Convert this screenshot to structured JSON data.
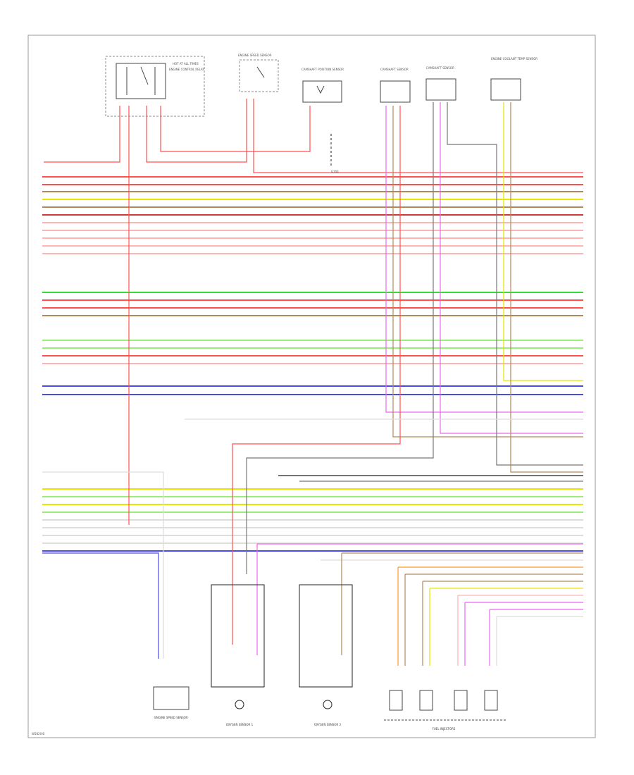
{
  "diagram": {
    "footer_code": "W5820-B",
    "colors": {
      "red": "#ff5050",
      "pink": "#ffb3b3",
      "dark_red": "#cc3a3a",
      "brown": "#b08a5a",
      "yellow": "#e6e600",
      "green": "#33dd33",
      "light_green": "#99ee77",
      "blue": "#4a4ae8",
      "violet": "#ee66ee",
      "gray": "#777777",
      "white": "#dddddd",
      "orange": "#ff9933",
      "black": "#222222",
      "frame": "#999999"
    },
    "components": {
      "relay_group": "ENGINE CONTROL RELAY",
      "relay_note": "HOT AT ALL TIMES",
      "fuse": "ENGINE SPEED SENSOR",
      "sensor_small": "CAMSHAFT POSITION SENSOR",
      "sensor_a": "CAMSHAFT SENSOR",
      "sensor_b": "CAMSHAFT SENSOR",
      "sensor_c": "ENGINE COOLANT TEMP SENSOR",
      "ground": "G104",
      "bottom_1": "ENGINE SPEED SENSOR",
      "bottom_2": "OXYGEN SENSOR 1",
      "bottom_3": "OXYGEN SENSOR 2",
      "bottom_4": "FUEL INJECTORS"
    }
  }
}
